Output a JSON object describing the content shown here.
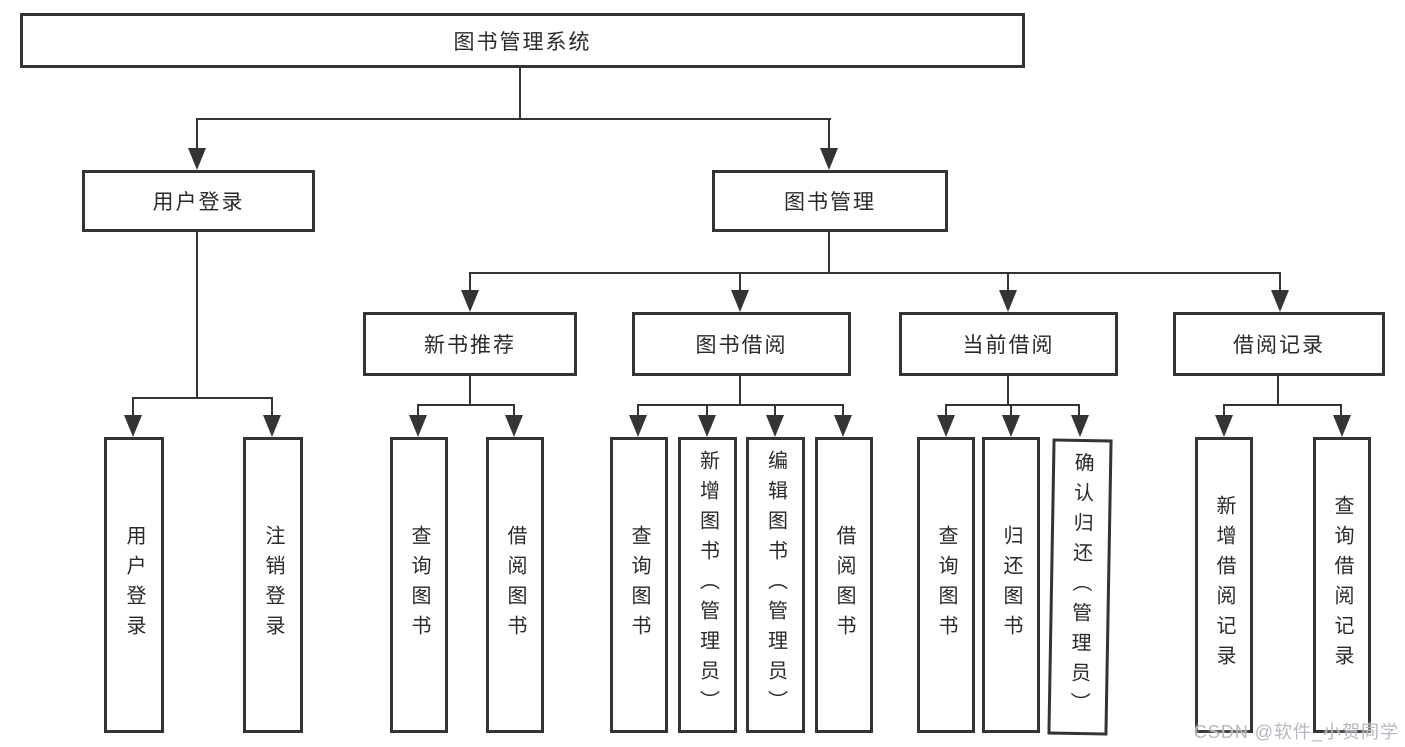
{
  "tree": {
    "root": "图书管理系统",
    "children": [
      {
        "label": "用户登录",
        "children": [
          {
            "label": "用户登录"
          },
          {
            "label": "注销登录"
          }
        ]
      },
      {
        "label": "图书管理",
        "children": [
          {
            "label": "新书推荐",
            "children": [
              {
                "label": "查询图书"
              },
              {
                "label": "借阅图书"
              }
            ]
          },
          {
            "label": "图书借阅",
            "children": [
              {
                "label": "查询图书"
              },
              {
                "label": "新增图书（管理员）"
              },
              {
                "label": "编辑图书（管理员）"
              },
              {
                "label": "借阅图书"
              }
            ]
          },
          {
            "label": "当前借阅",
            "children": [
              {
                "label": "查询图书"
              },
              {
                "label": "归还图书"
              },
              {
                "label": "确认归还（管理员）"
              }
            ]
          },
          {
            "label": "借阅记录",
            "children": [
              {
                "label": "新增借阅记录"
              },
              {
                "label": "查询借阅记录"
              }
            ]
          }
        ]
      }
    ]
  },
  "watermark": {
    "text": "CSDN @软件_小贺同学"
  },
  "colors": {
    "line": "#343434",
    "text": "#2a2a2a",
    "watermark": "#b5b8be",
    "background": "#ffffff"
  }
}
